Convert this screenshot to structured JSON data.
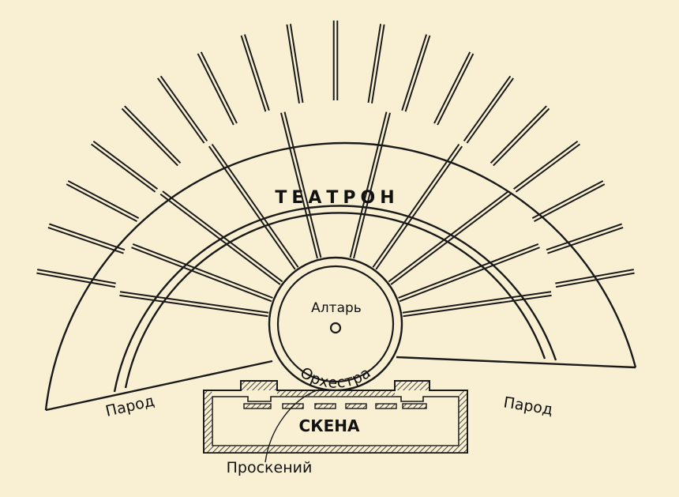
{
  "colors": {
    "background": "#f9f0d4",
    "ink": "#1a1a1a"
  },
  "labels": {
    "theatron": "ТЕАТРОН",
    "altar": "Алтарь",
    "orchestra": "Орхестра",
    "parod_left": "Парод",
    "parod_right": "Парод",
    "skene": "СКЕНА",
    "proskenion": "Проскений"
  }
}
